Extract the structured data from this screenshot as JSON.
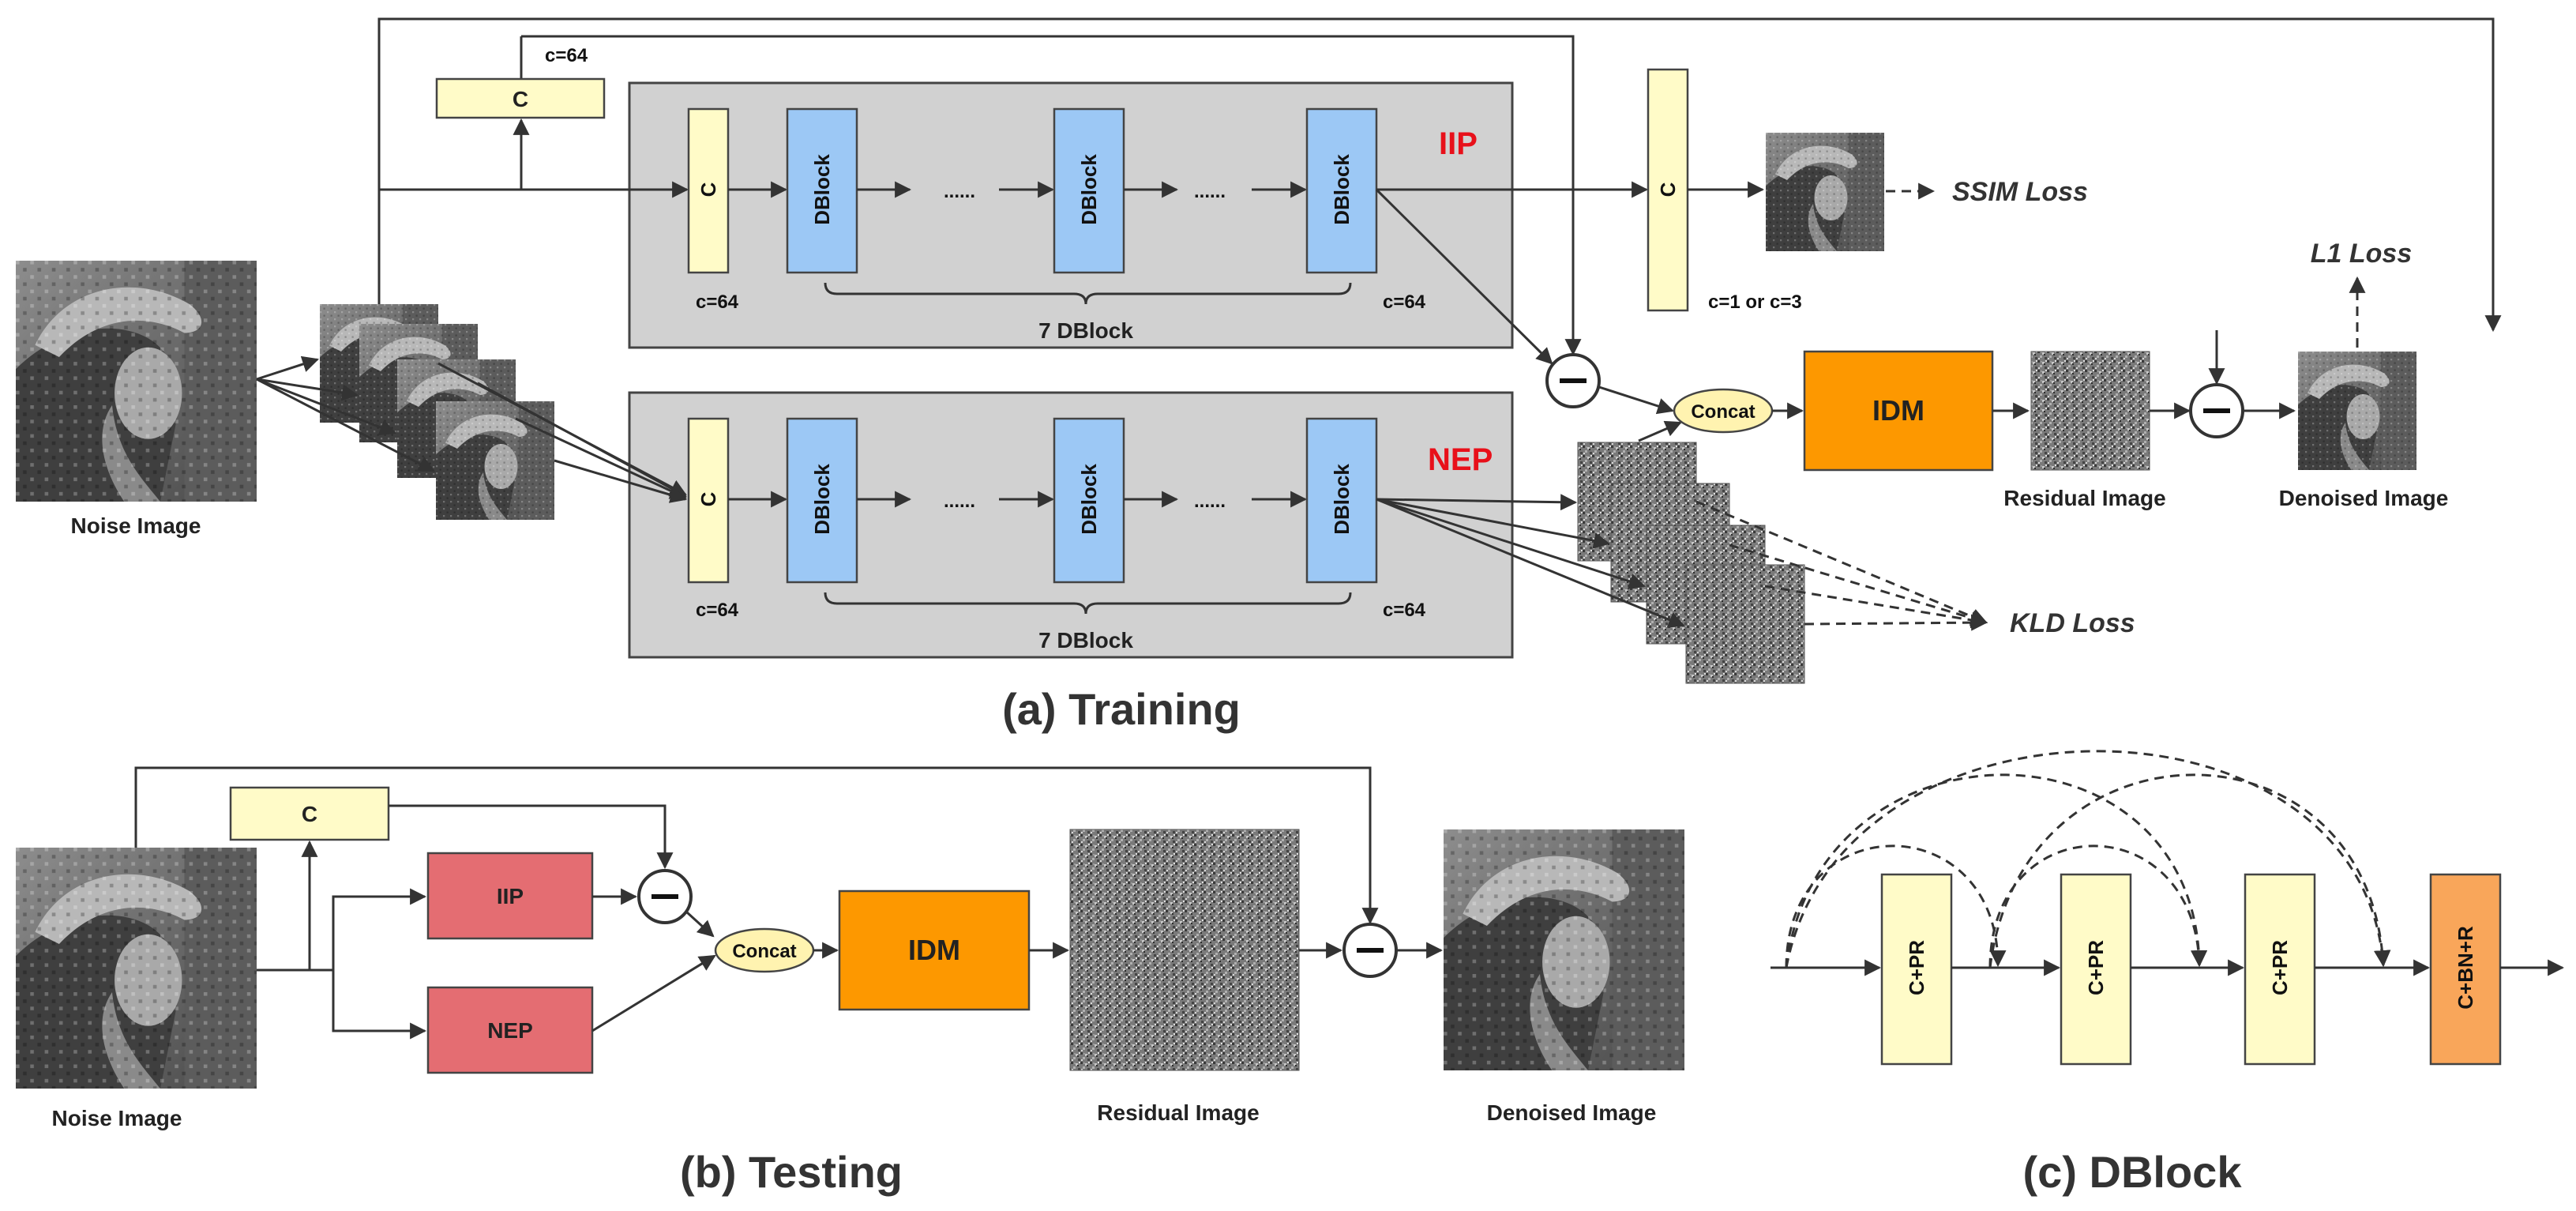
{
  "colors": {
    "panel_gray": "#d1d1d1",
    "yellow_block": "#fffbc8",
    "blue_block": "#9cc8f5",
    "idm_orange": "#fd9800",
    "red_block": "#e46d72",
    "orange_block": "#f9a65a",
    "concat_fill": "#fff3b0",
    "title_red": "#e8101a"
  },
  "icons": [
    "lena-image",
    "noise-image",
    "subtract-icon"
  ],
  "training": {
    "caption": "(a)  Training",
    "noise_image_label": "Noise Image",
    "c_top_label": "C",
    "c_top_channels": "c=64",
    "iip": {
      "title": "IIP",
      "c_label": "C",
      "dblock_label": "DBlock",
      "ellipsis": "......",
      "c_in": "c=64",
      "c_out": "c=64",
      "brace_label": "7 DBlock"
    },
    "nep": {
      "title": "NEP",
      "c_label": "C",
      "dblock_label": "DBlock",
      "ellipsis": "......",
      "c_in": "c=64",
      "c_out": "c=64",
      "brace_label": "7 DBlock"
    },
    "out_c_label": "C",
    "out_c_channels": "c=1 or c=3",
    "ssim_loss": "SSIM Loss",
    "concat_label": "Concat",
    "idm_label": "IDM",
    "residual_label": "Residual Image",
    "denoised_label": "Denoised Image",
    "l1_loss": "L1 Loss",
    "kld_loss": "KLD Loss"
  },
  "testing": {
    "caption": "(b)  Testing",
    "noise_image_label": "Noise Image",
    "c_label": "C",
    "iip_label": "IIP",
    "nep_label": "NEP",
    "concat_label": "Concat",
    "idm_label": "IDM",
    "residual_label": "Residual Image",
    "denoised_label": "Denoised Image"
  },
  "dblock": {
    "caption": "(c)  DBlock",
    "cpr_label": "C+PR",
    "final_label": "C+BN+R"
  }
}
